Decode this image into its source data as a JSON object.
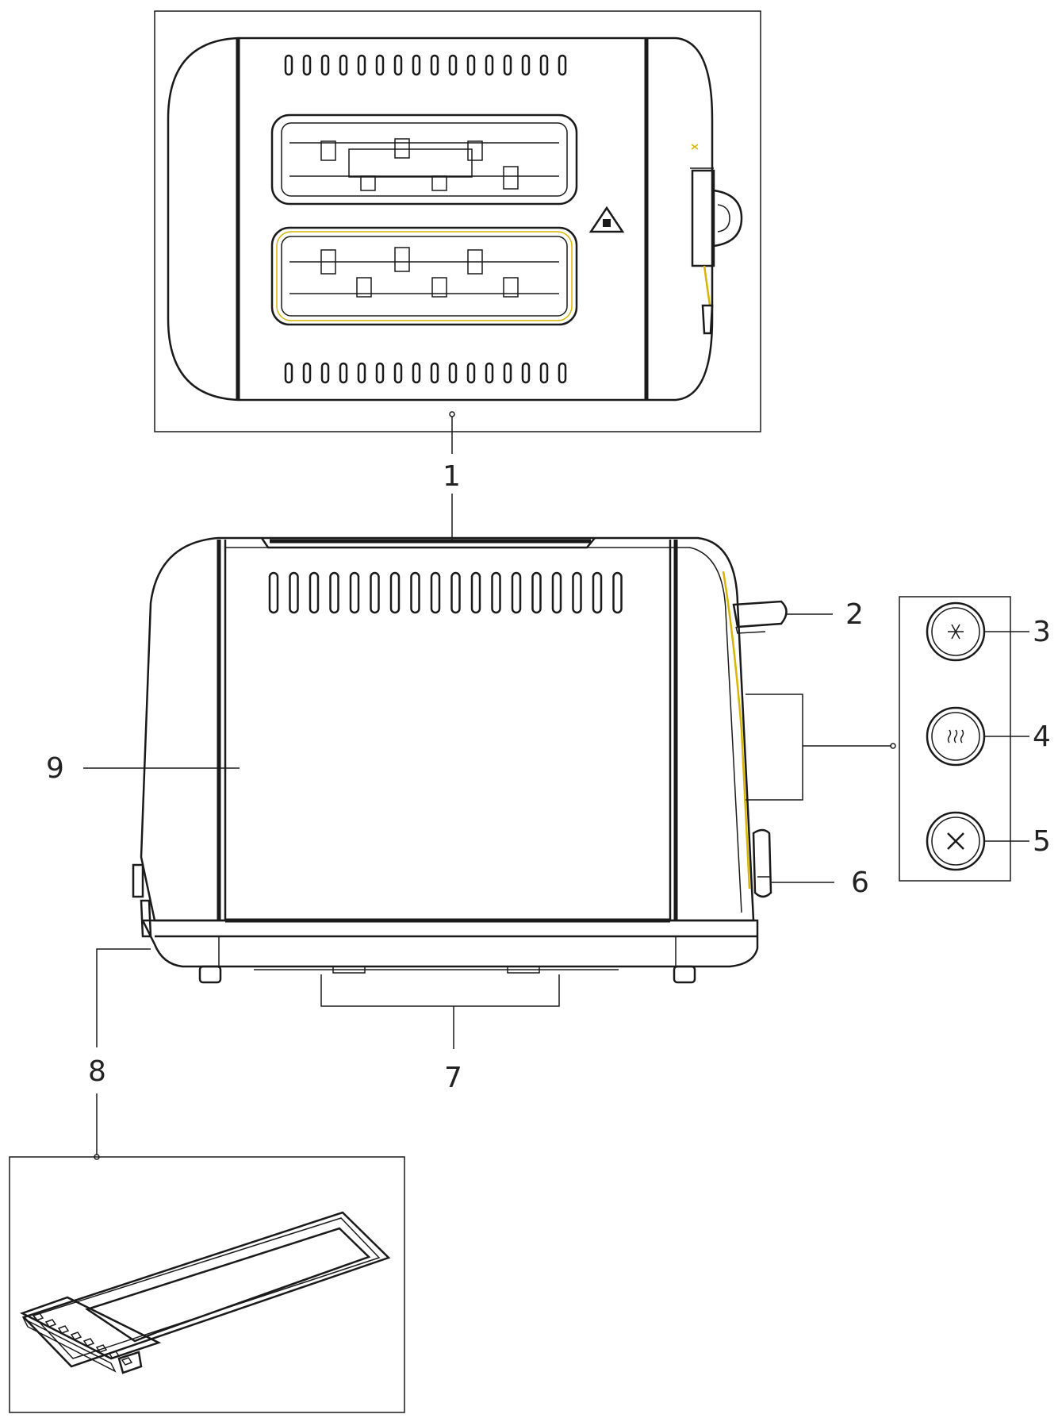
{
  "diagram": {
    "colors": {
      "line": "#1a1a1a",
      "accent": "#d9b400",
      "background": "#ffffff"
    },
    "callouts": [
      {
        "id": "1",
        "label": "1"
      },
      {
        "id": "2",
        "label": "2"
      },
      {
        "id": "3",
        "label": "3"
      },
      {
        "id": "4",
        "label": "4"
      },
      {
        "id": "5",
        "label": "5"
      },
      {
        "id": "6",
        "label": "6"
      },
      {
        "id": "7",
        "label": "7"
      },
      {
        "id": "8",
        "label": "8"
      },
      {
        "id": "9",
        "label": "9"
      }
    ],
    "button_icons": [
      "snowflake-icon",
      "reheat-icon",
      "cancel-icon"
    ]
  }
}
